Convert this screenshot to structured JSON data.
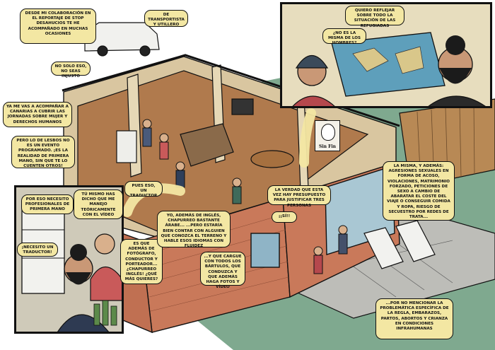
{
  "colors": {
    "bubble_fill": "#f3e7a3",
    "ink": "#111111",
    "brick": "#c9795a",
    "lawn": "#7fa98f",
    "floor": "#b07a4d",
    "sky_panel": "#e7ddbe",
    "map_blue": "#5e9fbb",
    "sign_white": "#f4f1e8"
  },
  "sign": {
    "text": "Sin Fin"
  },
  "bubbles": {
    "b1": "Desde mi colaboración en el reportaje de Stop Desahucios te he acompañado en muchas ocasiones",
    "b2": "De transportista y utillero",
    "b3": "No solo eso, no seas injusto",
    "b4": "Ya me vas a acompañar a Canarias a cubrir las jornadas sobre mujer y derechos humanos",
    "b5": "Pero lo de Lesbos no es un evento programado. ¡Es la realidad de primera mano, sin que te lo cuenten otros!",
    "b6": "Por eso necesito profesionales de primera mano",
    "b7": "Tú mismo has dicho que me manejo teóricamente con el vídeo",
    "b8": "Pues eso, un traductor",
    "b9": "¡Necesito un traductor!",
    "b10": "Es que además de fotógrafo, conductor y porteador... ¿chapurreo inglés! ¿Qué más quieres?",
    "b11": "Yo, además de inglés, chapurreo bastante árabe... ...pero estaría bien contar con alguien que conozca el terreno y hable esos idiomas con fluidez",
    "b12": "...y que cargue con todos los bártulos, que conduzca y que además haga fotos y vídeo",
    "b13": "La verdad que esta vez hay presupuesto para justificar tres personas",
    "b14": "¡¡SÍ!!",
    "b15": "Quiero reflejar sobre todo la situación de las refugiadas",
    "b16": "¿No es la misma de los hombres?",
    "b17": "La misma, y además: agresiones sexuales en forma de acoso, violaciones, matrimonio forzado, peticiones de sexo a cambio de abaratar el coste del viaje o conseguir comida y ropa, riesgo de secuestro por redes de trata...",
    "b18": "...por no mencionar la problemática específica de la regla, embarazos, partos, abortos y crianza en condiciones infrahumanas"
  }
}
